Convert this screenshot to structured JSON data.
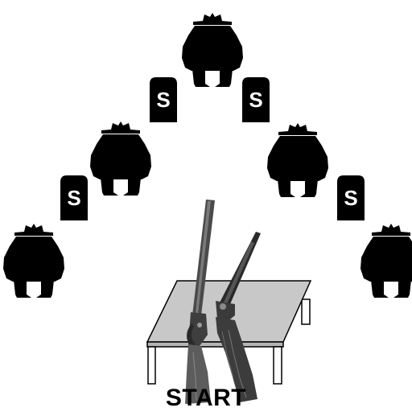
{
  "stage": {
    "start_label": "START",
    "marker_letter": "S",
    "colors": {
      "background": "#ffffff",
      "silhouette": "#000000",
      "table_top": "#c8c8c8",
      "table_leg": "#ffffff",
      "rifle_metal": "#4a4a4a",
      "rifle_stock": "#5c5c5c",
      "shotgun_metal": "#2a2a2a",
      "shotgun_stock": "#3c3c3c"
    },
    "targets": [
      {
        "name": "target-top"
      },
      {
        "name": "target-mid-left"
      },
      {
        "name": "target-mid-right"
      },
      {
        "name": "target-bottom-left"
      },
      {
        "name": "target-bottom-right"
      }
    ],
    "markers": [
      {
        "name": "marker-upper-left"
      },
      {
        "name": "marker-upper-right"
      },
      {
        "name": "marker-lower-left"
      },
      {
        "name": "marker-lower-right"
      }
    ],
    "guns": [
      {
        "name": "lever-action-rifle-icon"
      },
      {
        "name": "double-barrel-shotgun-icon"
      }
    ]
  }
}
